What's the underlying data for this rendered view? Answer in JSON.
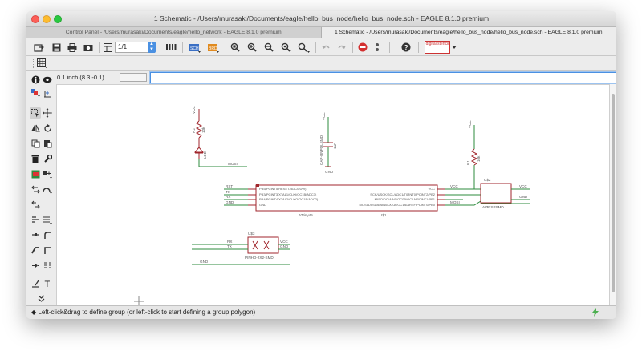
{
  "window": {
    "title": "1 Schematic - /Users/murasaki/Documents/eagle/hello_bus_node/hello_bus_node.sch - EAGLE 8.1.0 premium"
  },
  "tabs": [
    {
      "label": "Control Panel - /Users/murasaki/Documents/eagle/hello_network - EAGLE 8.1.0 premium"
    },
    {
      "label": "1 Schematic - /Users/murasaki/Documents/eagle/hello_bus_node/hello_bus_node.sch - EAGLE 8.1.0 premium"
    }
  ],
  "toolbar": {
    "sheet_value": "1/1",
    "logo_text": "digital stencil"
  },
  "command": {
    "grid_readout": "0.1 inch (8.3 -0.1)",
    "input_value": ""
  },
  "status": {
    "text": "Left-click&drag to define group (or left-click to start defining a group polygon)"
  },
  "schematic": {
    "colors": {
      "part": "#a0262c",
      "net": "#2e8b3e",
      "text": "#555555"
    },
    "labels": {
      "vcc": "VCC",
      "gnd": "GND",
      "mosi": "MOSI",
      "r2": "R2",
      "r1": "R1",
      "r_value": "10k",
      "led": "LED",
      "cap": "CAP-UNPOLSMD",
      "cap_value": "1uF",
      "u1": "U$1",
      "u2": "U$2",
      "u3": "U$3",
      "attiny": "ATtiny45",
      "isp": "AVRISPSMD",
      "hdr": "PINHD-2X2-SMD",
      "rst": "RST",
      "tx": "TX",
      "rx": "RX"
    },
    "attiny_left_pins": [
      "PB5(PCINT5/RESET/ADC0/DW)",
      "PB3(PCINT3/XTAL1/CLKI/OC1B/ADC3)",
      "PB4(PCINT4/XTAL2/CLKO/OC1B/ADC2)",
      "GND"
    ],
    "attiny_right_pins": [
      "VCC",
      "SCK/USCK/SCL/ADC1/T0/INT0/PCINT2/PB2",
      "MISO/DO/AIN1/OC0B/OC1A/PCINT1/PB1",
      "MOSI/DI/SDA/AIN0/OC0A/OC1A/AREF/PCINT0/PB0"
    ]
  }
}
